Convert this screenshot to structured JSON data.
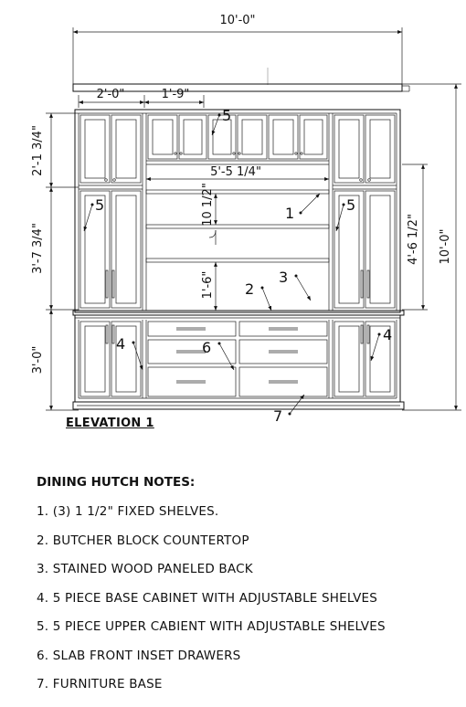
{
  "drawing": {
    "dimensions": {
      "overall_width": "10'-0\"",
      "overall_height": "10'-0\"",
      "upper_side_width": "2'-0\"",
      "upper_door_width": "1'-9\"",
      "upper_height": "2'-1 3/4\"",
      "mid_height": "3'-7 3/4\"",
      "base_height": "3'-0\"",
      "opening_width": "5'-5 1/4\"",
      "shelf_spacing": "10 1/2\"",
      "counter_to_shelf": "1'-6\"",
      "hutch_height": "4'-6 1/2\""
    },
    "callouts": [
      "1",
      "2",
      "3",
      "4",
      "4",
      "5",
      "5",
      "5",
      "6",
      "7"
    ],
    "title": "ELEVATION 1"
  },
  "notes": {
    "heading": "DINING HUTCH NOTES:",
    "items": [
      "1. (3) 1 1/2\" FIXED SHELVES.",
      "2. BUTCHER BLOCK COUNTERTOP",
      "3. STAINED WOOD PANELED BACK",
      "4. 5 PIECE BASE CABINET WITH ADJUSTABLE SHELVES",
      "5. 5 PIECE UPPER CABIENT WITH ADJUSTABLE SHELVES",
      "6. SLAB FRONT INSET DRAWERS",
      "7. FURNITURE BASE"
    ]
  }
}
